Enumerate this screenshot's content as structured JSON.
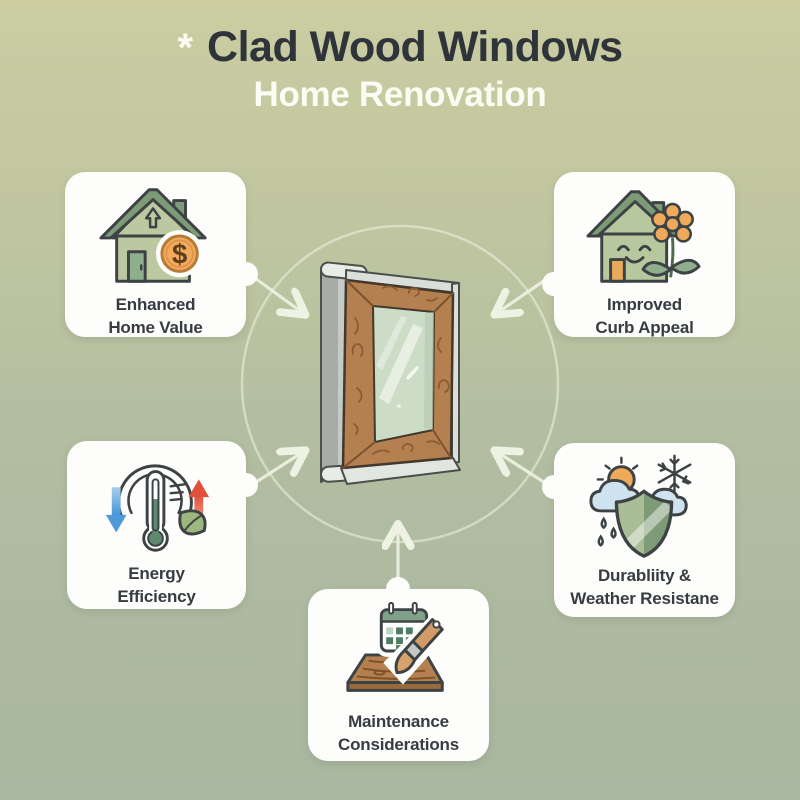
{
  "header": {
    "decor": "*",
    "title": "Clad Wood Windows",
    "subtitle": "Home Renovation"
  },
  "center": {
    "illustration": "clad-wood-window-illustration"
  },
  "cards": [
    {
      "id": "enhanced-home-value",
      "line1": "Enhanced",
      "line2": "Home Value",
      "icon": "house-dollar-icon"
    },
    {
      "id": "improved-curb-appeal",
      "line1": "Improved",
      "line2": "Curb Appeal",
      "icon": "house-flower-icon"
    },
    {
      "id": "energy-efficiency",
      "line1": "Energy",
      "line2": "Efficiency",
      "icon": "thermometer-leaf-icon"
    },
    {
      "id": "durability-weather-resistance",
      "line1": "Durabliity &",
      "line2": "Weather Resistane",
      "icon": "weather-shield-icon"
    },
    {
      "id": "maintenance-considerations",
      "line1": "Maintenance",
      "line2": "Considerations",
      "icon": "calendar-paintbrush-icon"
    }
  ],
  "colors": {
    "background_top": "#cbcda1",
    "background_bottom": "#a9b7a0",
    "card_background": "#fdfdfb",
    "title_text": "#2e343a",
    "subtitle_text": "#fbfcf2",
    "card_text": "#363c42",
    "connector_line": "#edf2e2",
    "wood": "#b5804f",
    "clad_gray": "#dbdfd9",
    "glass_green": "#ccdcc7",
    "accent_green_dark": "#7e9b78",
    "accent_green_light": "#bcc9a0",
    "accent_orange": "#eeaa5a",
    "arrow_red": "#e05640",
    "arrow_blue": "#4f9ad8"
  }
}
